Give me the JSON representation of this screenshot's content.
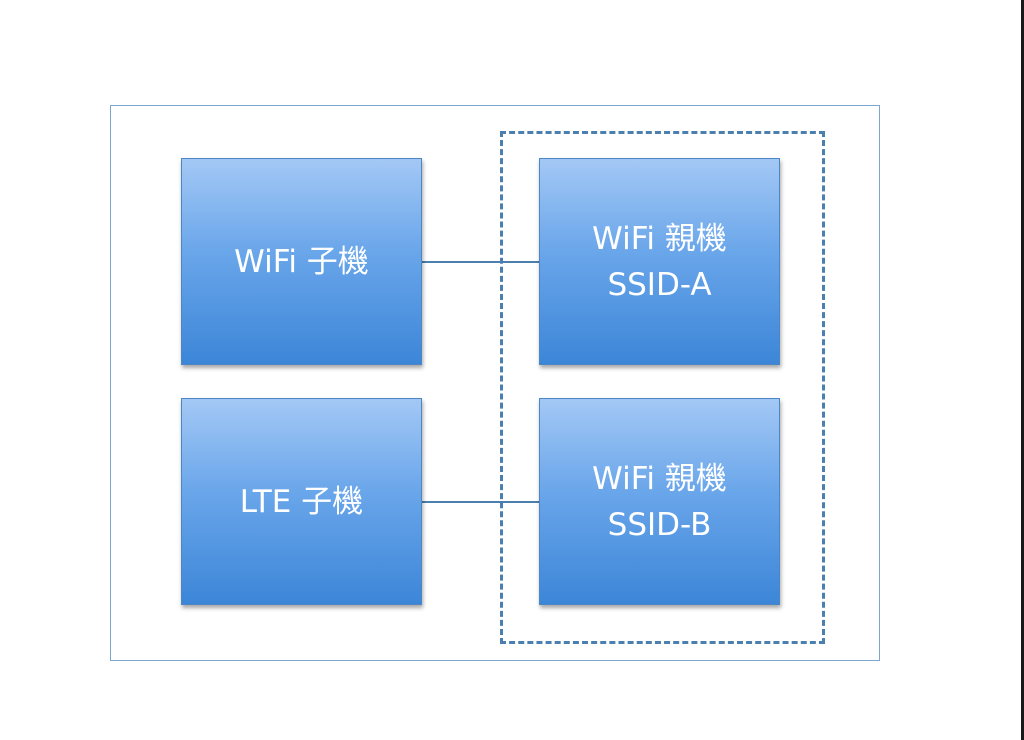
{
  "nodes": {
    "wifi_client": {
      "line1": "WiFi 子機"
    },
    "lte_client": {
      "line1": "LTE 子機"
    },
    "wifi_ap_a": {
      "line1": "WiFi 親機",
      "line2": "SSID-A"
    },
    "wifi_ap_b": {
      "line1": "WiFi 親機",
      "line2": "SSID-B"
    }
  },
  "colors": {
    "node_fill_top": "#a3c8f5",
    "node_fill_bottom": "#3c86d8",
    "connector": "#4a7fb0",
    "frame_border": "#7aa6cf"
  }
}
